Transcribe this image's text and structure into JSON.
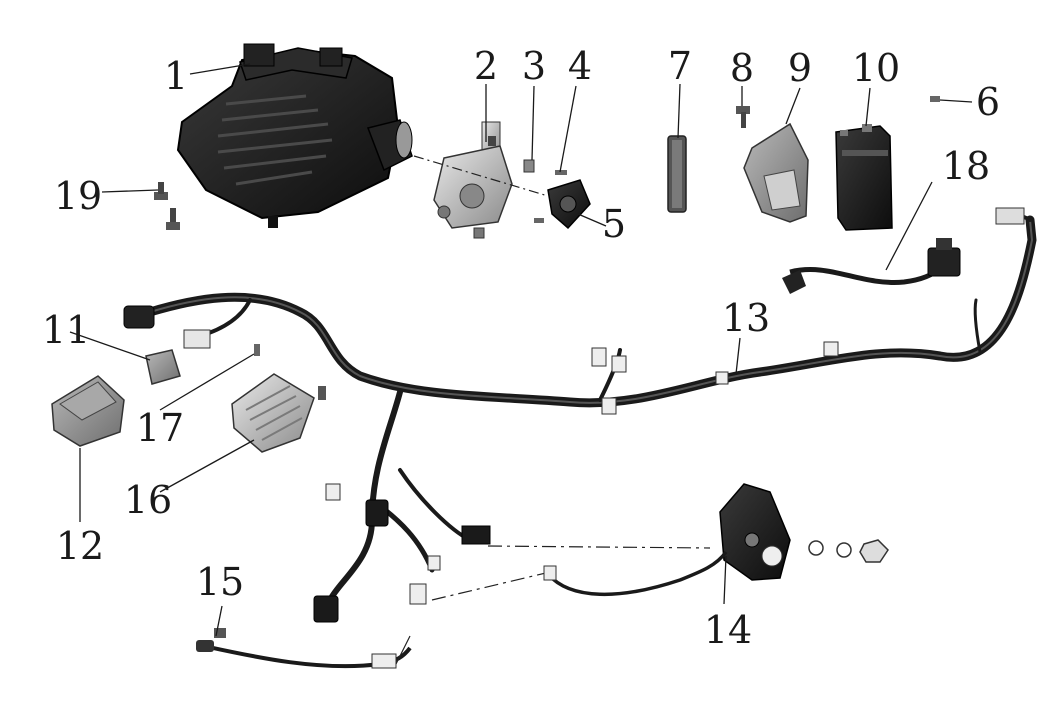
{
  "diagram": {
    "callouts": [
      {
        "id": "p1",
        "label": "1"
      },
      {
        "id": "p2",
        "label": "2"
      },
      {
        "id": "p3",
        "label": "3"
      },
      {
        "id": "p4",
        "label": "4"
      },
      {
        "id": "p5",
        "label": "5"
      },
      {
        "id": "p6",
        "label": "6"
      },
      {
        "id": "p7",
        "label": "7"
      },
      {
        "id": "p8",
        "label": "8"
      },
      {
        "id": "p9",
        "label": "9"
      },
      {
        "id": "p10",
        "label": "10"
      },
      {
        "id": "p11",
        "label": "11"
      },
      {
        "id": "p12",
        "label": "12"
      },
      {
        "id": "p13",
        "label": "13"
      },
      {
        "id": "p14",
        "label": "14"
      },
      {
        "id": "p15",
        "label": "15"
      },
      {
        "id": "p16",
        "label": "16"
      },
      {
        "id": "p17",
        "label": "17"
      },
      {
        "id": "p18",
        "label": "18"
      },
      {
        "id": "p19",
        "label": "19"
      }
    ]
  }
}
